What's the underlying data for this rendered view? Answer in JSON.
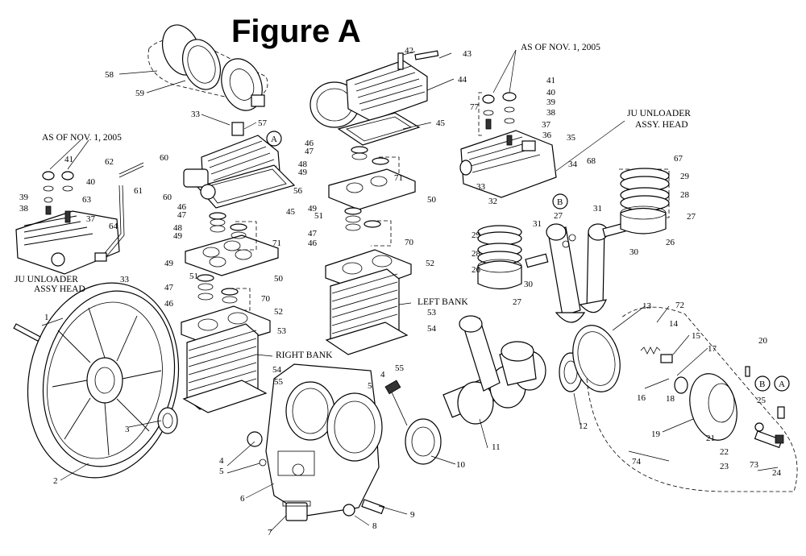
{
  "title": "Figure A",
  "labels": {
    "as_of_left": "AS OF NOV. 1, 2005",
    "as_of_right": "AS OF NOV. 1, 2005",
    "ju_left_1": "JU UNLOADER",
    "ju_left_2": "ASSY HEAD",
    "ju_right_1": "JU UNLOADER",
    "ju_right_2": "ASSY. HEAD",
    "right_bank": "RIGHT BANK",
    "left_bank": "LEFT BANK"
  },
  "callout_letters": [
    "A",
    "B",
    "B",
    "A"
  ],
  "part_numbers": [
    "1",
    "2",
    "3",
    "4",
    "5",
    "4",
    "5",
    "6",
    "7",
    "8",
    "9",
    "10",
    "11",
    "12",
    "13",
    "14",
    "15",
    "16",
    "17",
    "18",
    "19",
    "20",
    "21",
    "22",
    "23",
    "24",
    "25",
    "26",
    "26",
    "27",
    "27",
    "27",
    "28",
    "28",
    "29",
    "29",
    "30",
    "30",
    "31",
    "31",
    "32",
    "33",
    "33",
    "33",
    "34",
    "35",
    "36",
    "37",
    "37",
    "38",
    "38",
    "39",
    "39",
    "40",
    "40",
    "41",
    "41",
    "42",
    "43",
    "44",
    "45",
    "45",
    "46",
    "46",
    "46",
    "46",
    "47",
    "47",
    "47",
    "47",
    "48",
    "48",
    "49",
    "49",
    "49",
    "49",
    "50",
    "50",
    "51",
    "51",
    "52",
    "52",
    "53",
    "53",
    "54",
    "54",
    "55",
    "55",
    "56",
    "57",
    "58",
    "59",
    "60",
    "60",
    "61",
    "62",
    "63",
    "64",
    "67",
    "68",
    "70",
    "70",
    "71",
    "71",
    "72",
    "73",
    "74",
    "77"
  ]
}
